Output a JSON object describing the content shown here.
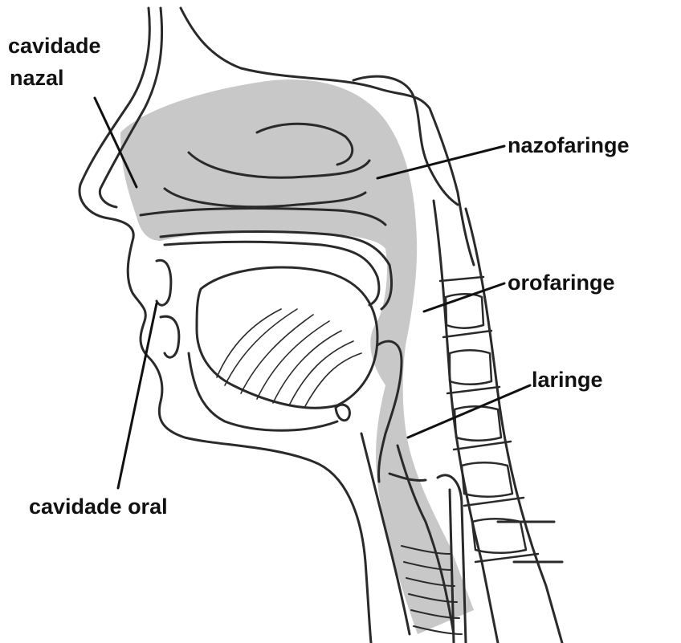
{
  "labels": {
    "nasal_cavity": [
      "cavidade",
      "nazal"
    ],
    "nasopharynx": "nazofaringe",
    "oropharynx": "orofaringe",
    "larynx": "laringe",
    "oral_cavity": "cavidade oral"
  },
  "colors": {
    "airway_fill": "#c8c8c8",
    "outline": "#2a2a2a",
    "label_text": "#111111",
    "background": "#ffffff"
  }
}
